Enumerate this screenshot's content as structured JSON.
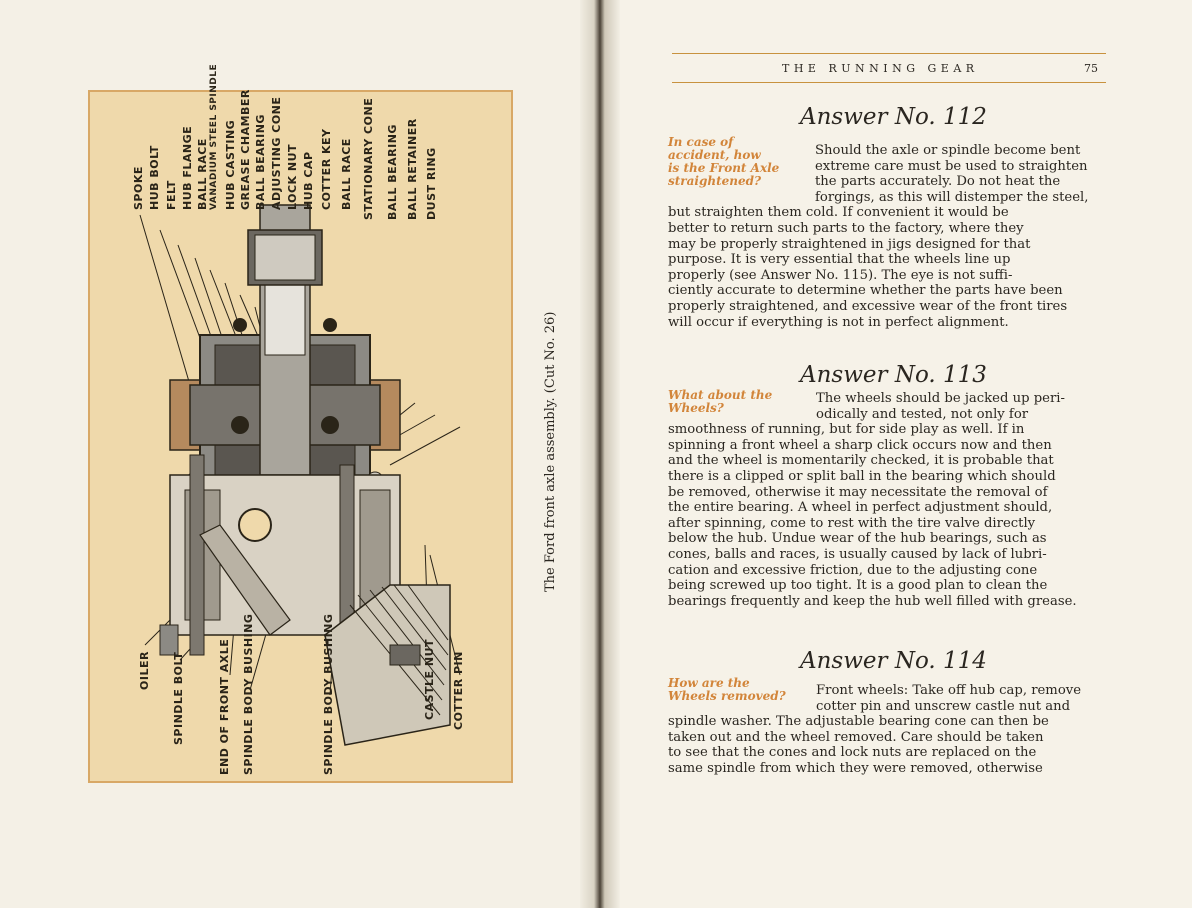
{
  "left_page": {
    "callouts_top": [
      "SPOKE",
      "HUB BOLT",
      "FELT",
      "HUB FLANGE",
      "BALL RACE",
      "VANADIUM STEEL SPINDLE",
      "HUB CASTING",
      "GREASE CHAMBER",
      "BALL BEARING",
      "ADJUSTING CONE",
      "LOCK NUT",
      "HUB CAP",
      "COTTER KEY",
      "BALL RACE",
      "STATIONARY CONE",
      "BALL BEARING",
      "BALL RETAINER",
      "DUST RING"
    ],
    "callouts_bottom": [
      "OILER",
      "SPINDLE BOLT",
      "END OF FRONT AXLE",
      "SPINDLE BODY BUSHING",
      "SPINDLE BODY BUSHING",
      "CASTLE NUT",
      "COTTER PIN"
    ],
    "caption": "The Ford front axle assembly.  (Cut No. 26)",
    "colors": {
      "plate": "#efd9ab",
      "plate_border": "#d8a866",
      "ink": "#2a2418"
    }
  },
  "right_page": {
    "running_title": "THE RUNNING GEAR",
    "page_number": "75",
    "accent_color": "#d2853a",
    "answers": [
      {
        "title": "Answer No. 112",
        "question_lines": [
          "In case of",
          "accident, how",
          "is the Front Axle",
          "straightened?"
        ],
        "lines": [
          "Should the axle or spindle become bent",
          "extreme care must be used to straighten",
          "the parts accurately.   Do not heat the",
          "forgings, as this will distemper the steel,",
          "but straighten them cold.  If convenient it would be",
          "better to return such parts to the factory, where they",
          "may be properly straightened in jigs designed for that",
          "purpose.  It is very essential that the wheels line up",
          "properly (see Answer No. 115). The eye is not suffi-",
          "ciently accurate to determine whether the parts have been",
          "properly straightened, and excessive wear of the front tires",
          "will occur if everything is not in perfect alignment."
        ]
      },
      {
        "title": "Answer No. 113",
        "question_lines": [
          "What about the",
          "Wheels?"
        ],
        "lines": [
          "The wheels should be jacked up peri-",
          "odically and tested, not only for",
          "smoothness of running, but for side play as well.  If in",
          "spinning a front wheel a sharp click occurs now and then",
          "and the wheel is momentarily checked, it is probable that",
          "there is a clipped or split ball in the bearing which should",
          "be removed, otherwise it may necessitate the removal of",
          "the entire bearing.  A wheel in perfect adjustment should,",
          "after spinning, come to rest with the tire valve directly",
          "below the hub.  Undue wear of the hub bearings, such as",
          "cones, balls and races, is usually caused by lack of lubri-",
          "cation and excessive friction, due to the adjusting cone",
          "being screwed up too tight.  It is a good plan to clean the",
          "bearings frequently and keep the hub well filled with grease."
        ]
      },
      {
        "title": "Answer No. 114",
        "question_lines": [
          "How are the",
          "Wheels removed?"
        ],
        "lines": [
          "Front wheels: Take off hub cap, remove",
          "cotter pin and unscrew castle nut and",
          "spindle washer.  The adjustable bearing cone can then be",
          "taken out and the wheel removed.  Care should be taken",
          "to see that the cones and lock nuts are replaced on the",
          "same spindle from which they were removed, otherwise"
        ]
      }
    ]
  }
}
